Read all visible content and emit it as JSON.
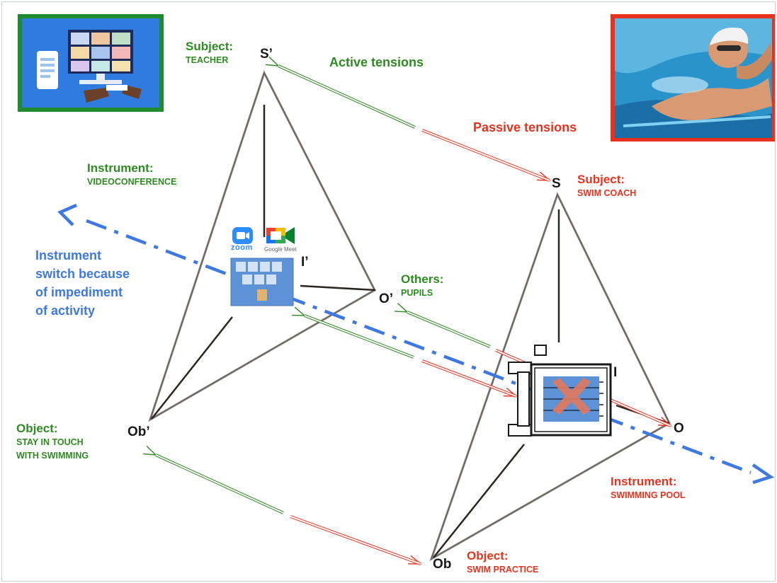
{
  "nodes": {
    "s_prime": "S’",
    "i_prime": "I’",
    "o_prime": "O’",
    "ob_prime": "Ob’",
    "s": "S",
    "i": "I",
    "o": "O",
    "ob": "Ob"
  },
  "labels": {
    "teacher_subject": {
      "heading": "Subject:",
      "value": "TEACHER"
    },
    "teacher_instrument": {
      "heading": "Instrument:",
      "value": "VIDEOCONFERENCE"
    },
    "teacher_others": {
      "heading": "Others:",
      "value": "PUPILS"
    },
    "teacher_object": {
      "heading": "Object:",
      "line1": "STAY IN TOUCH",
      "line2": "WITH SWIMMING"
    },
    "coach_subject": {
      "heading": "Subject:",
      "value": "SWIM COACH"
    },
    "coach_instrument": {
      "heading": "Instrument:",
      "value": "SWIMMING POOL"
    },
    "coach_object": {
      "heading": "Object:",
      "value": "SWIM PRACTICE"
    }
  },
  "tensions": {
    "active": "Active tensions",
    "passive": "Passive tensions"
  },
  "instrument_switch": {
    "line1": "Instrument",
    "line2": "switch because",
    "line3": "of impediment",
    "line4": "of activity"
  },
  "logos": {
    "zoom": "zoom",
    "meet": "Google Meet"
  },
  "icons": [
    "videoconference-illustration",
    "swimmer-photo",
    "zoom-icon",
    "google-meet-icon",
    "video-grid-icon",
    "pool-icon",
    "cross-icon"
  ],
  "colors": {
    "green": "#2e8b22",
    "red": "#e8321e",
    "blue": "#3d78e3",
    "edge": "#7a7570",
    "dark": "#2b2620"
  }
}
